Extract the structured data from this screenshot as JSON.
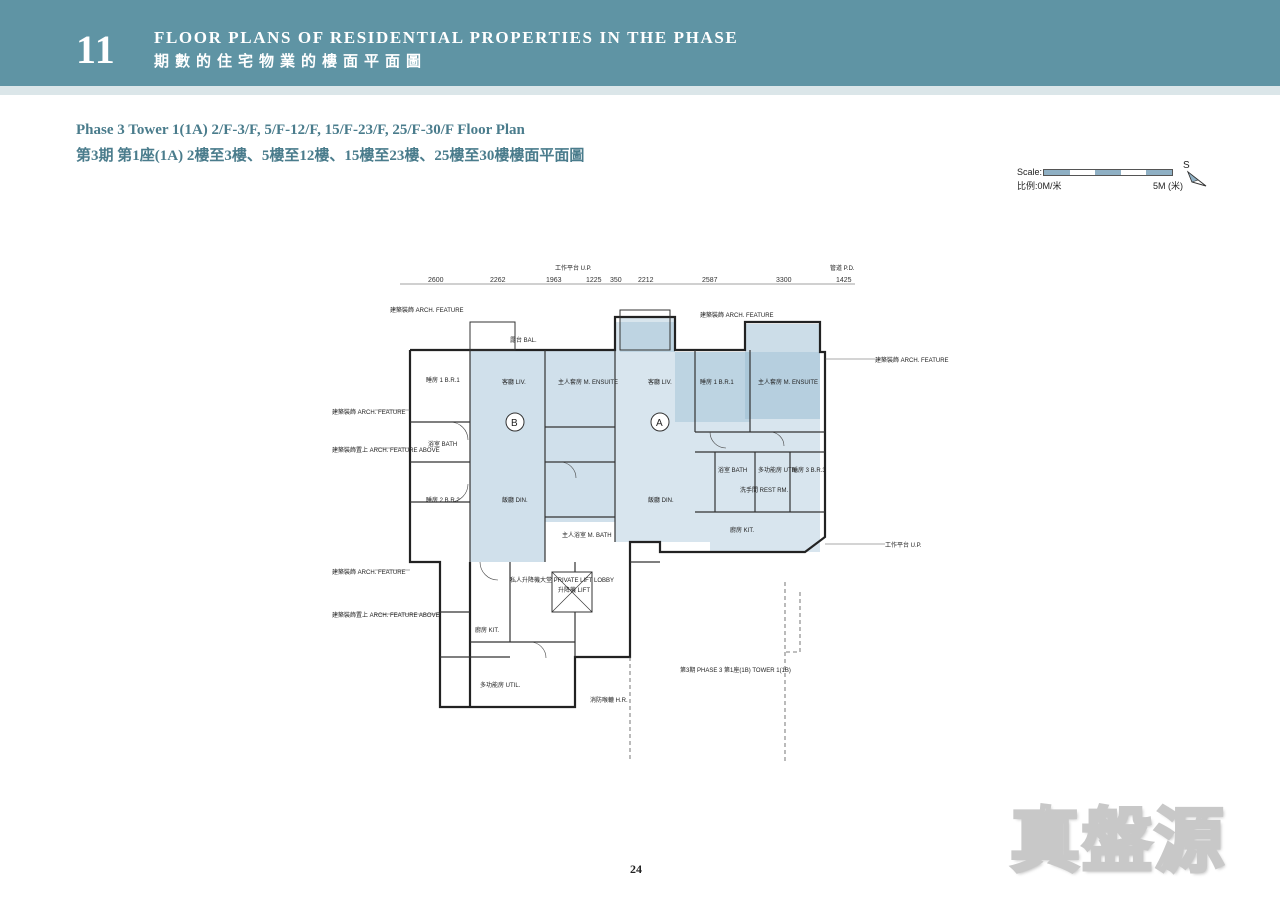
{
  "header": {
    "chapter_number": "11",
    "title_en": "FLOOR PLANS OF RESIDENTIAL PROPERTIES IN THE PHASE",
    "title_zh": "期數的住宅物業的樓面平面圖"
  },
  "plan_title": {
    "en": "Phase 3 Tower 1(1A) 2/F-3/F, 5/F-12/F, 15/F-23/F, 25/F-30/F Floor Plan",
    "zh": "第3期 第1座(1A) 2樓至3樓、5樓至12樓、15樓至23樓、25樓至30樓樓面平面圖"
  },
  "scale": {
    "label": "Scale:",
    "label_zh": "比例:0M/米",
    "end_label": "5M (米)"
  },
  "north_label": "S",
  "page_number": "24",
  "watermark_text": "真盤源",
  "colors": {
    "header_band": "#5f94a4",
    "flat_highlight": "#a9c6da",
    "title_text": "#4a7c8c"
  },
  "floorplan": {
    "top_dims": [
      "2600",
      "2262",
      "1963",
      "1225",
      "350",
      "2212",
      "2587",
      "3300",
      "1425"
    ],
    "rooms": {
      "b_living": "客廳 LIV.",
      "a_living": "客廳 LIV.",
      "b_dining": "飯廳 DIN.",
      "a_dining": "飯廳 DIN.",
      "b_bedroom1": "睡房 1 B.R.1",
      "b_bedroom2": "睡房 2 B.R.2",
      "b_bath": "浴室 BATH",
      "b_ensuite": "主人套房 M. ENSUITE",
      "a_ensuite": "主人套房 M. ENSUITE",
      "a_bedroom1": "睡房 1 B.R.1",
      "a_bedroom3": "睡房 3 B.R.3",
      "a_bath": "浴室 BATH",
      "a_kit": "廚房 KIT.",
      "a_util": "多功能房 UTIL.",
      "a_rest": "洗手間 REST RM.",
      "b_kit": "廚房 KIT.",
      "b_util": "多功能房 UTIL.",
      "b_master_bath": "主人浴室 M. BATH",
      "bal": "露台 BAL.",
      "private_lift_lobby": "私人升降機大堂 PRIVATE LIFT LOBBY",
      "lift": "升降機 LIFT",
      "phase3_tower": "第3期 PHASE 3 第1座(1B) TOWER 1(1B)"
    },
    "unit_labels": [
      "B",
      "A"
    ],
    "annotations": {
      "arch_feature": "建築裝飾 ARCH. FEATURE",
      "arch_feature_above": "建築裝飾置上 ARCH. FEATURE ABOVE",
      "pipe_duct": "管道 P.D.",
      "utility_platform": "工作平台 U.P.",
      "hose_reel": "消防喉轆 H.R."
    }
  }
}
